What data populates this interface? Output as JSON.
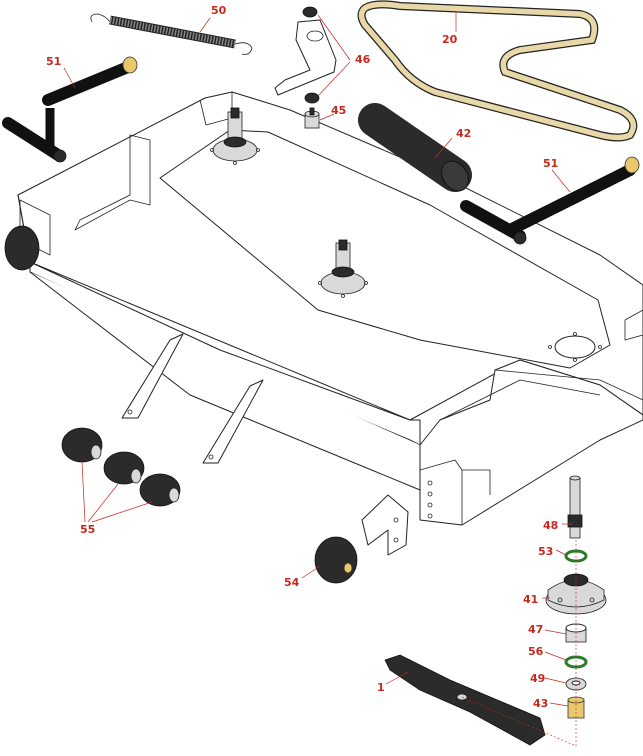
{
  "callouts": {
    "c1": "1",
    "c20": "20",
    "c41": "41",
    "c42": "42",
    "c43": "43",
    "c45": "45",
    "c46": "46",
    "c47": "47",
    "c48": "48",
    "c49": "49",
    "c50": "50",
    "c51a": "51",
    "c51b": "51",
    "c53": "53",
    "c54": "54",
    "c55": "55",
    "c56": "56"
  },
  "colors": {
    "callout": "#c8281e",
    "belt": "#e8d8a8",
    "rubber": "#2b2b2b",
    "metal": "#d9d9d9"
  }
}
